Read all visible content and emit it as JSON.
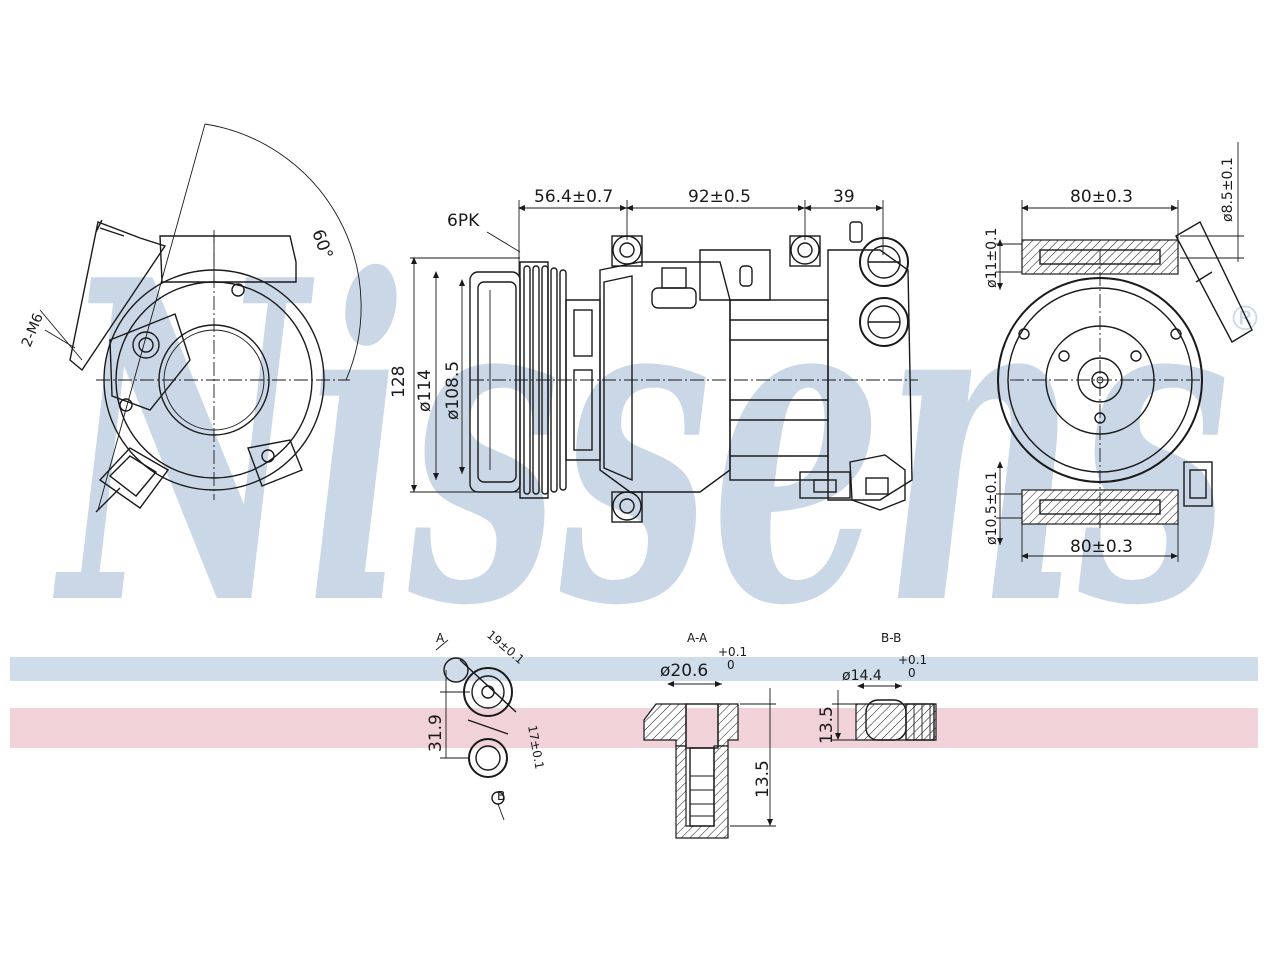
{
  "watermark": {
    "brand_text": "Nissens",
    "registered_mark": "®",
    "color": "#c9d7e6",
    "band_blue": "#cfdcea",
    "band_red": "#f0d2d8"
  },
  "side_view": {
    "angle_label": "60°",
    "bolt_label": "2-M6"
  },
  "front_view": {
    "pulley_label": "6PK",
    "dim_56_4": "56.4±0.7",
    "dim_92": "92±0.5",
    "dim_39": "39",
    "dim_128": "128",
    "dim_114": "ø114",
    "dim_108_5": "ø108.5"
  },
  "end_view": {
    "dim_80_top": "80±0.3",
    "dim_80_bottom": "80±0.3",
    "dim_8_5": "ø8.5±0.1",
    "dim_11": "ø11±0.1",
    "dim_10_5": "ø10.5±0.1"
  },
  "detail_ports": {
    "label_a": "A",
    "label_b": "B",
    "dim_19": "19±0.1",
    "dim_17": "17±0.1",
    "dim_31_9": "31.9"
  },
  "section_a": {
    "title": "A-A",
    "diameter": "ø20.6",
    "tol_upper": "+0.1",
    "tol_lower": "0",
    "depth": "13.5"
  },
  "section_b": {
    "title": "B-B",
    "diameter": "ø14.4",
    "tol_upper": "+0.1",
    "tol_lower": "0",
    "depth": "13.5"
  }
}
